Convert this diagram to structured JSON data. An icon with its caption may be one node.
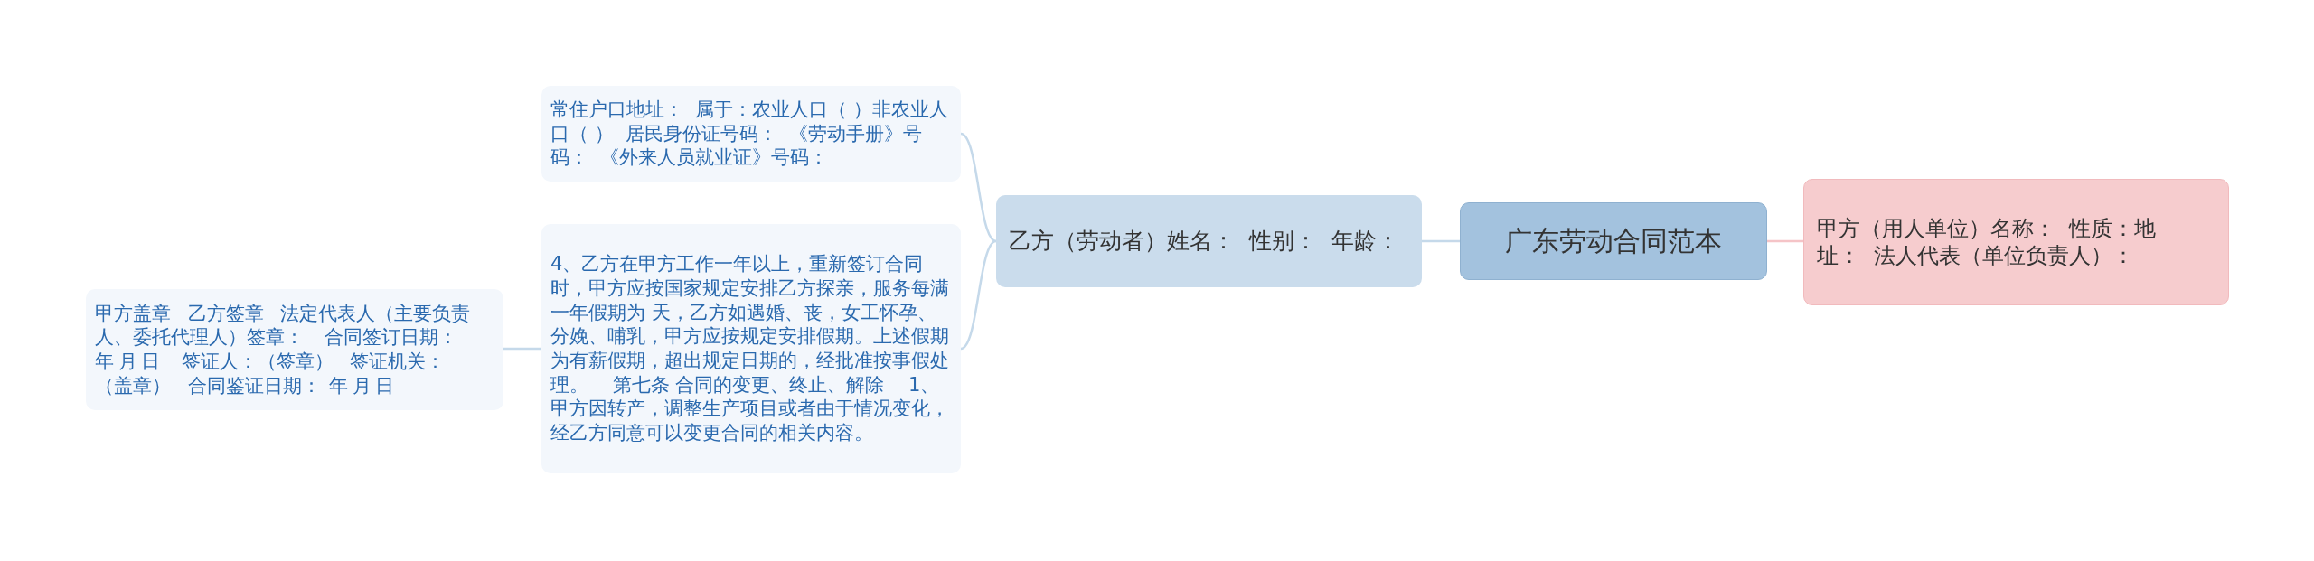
{
  "diagram": {
    "nodes": [
      {
        "text": [
          "广东劳动合同范本"
        ]
      },
      {
        "text": [
          "甲方（用人单位）名称：  性质：地址：  法人代表（单位负责人）："
        ]
      },
      {
        "text": [
          "乙方（劳动者）姓名：  性别：  年龄："
        ]
      },
      {
        "text": [
          "常住户口地址：  属于：农业人口（ ）非农业人口（ ）  居民身份证号码：  《劳动手册》号码：  《外来人员就业证》号码："
        ]
      },
      {
        "text": [
          "4、乙方在甲方工作一年以上，重新签订合同时，甲方应按国家规定安排乙方探亲，服务每满一年假期为 天，乙方如遇婚、丧，女工怀孕、分娩、哺乳，甲方应按规定安排假期。上述假期为有薪假期，超出规定日期的，经批准按事假处理。    第七条 合同的变更、终止、解除    1、甲方因转产，调整生产项目或者由于情况变化，经乙方同意可以变更合同的相关内容。"
        ]
      },
      {
        "text": [
          "甲方盖章    乙方签章    法定代表人（主要负责人、委托代理人）签章：     合同签订日期：年 月 日     签证人：（签章）    签证机关：（盖章）    合同鉴证日期：  年 月 日"
        ]
      }
    ],
    "edges": [
      {
        "from": 0,
        "to": 1,
        "arrow": "none",
        "color": "#f5c4c7"
      },
      {
        "from": 0,
        "to": 2,
        "arrow": "none"
      },
      {
        "from": 2,
        "to": 3,
        "arrow": "none"
      },
      {
        "from": 2,
        "to": 4,
        "arrow": "none"
      },
      {
        "from": 4,
        "to": 5,
        "arrow": "none"
      }
    ]
  }
}
